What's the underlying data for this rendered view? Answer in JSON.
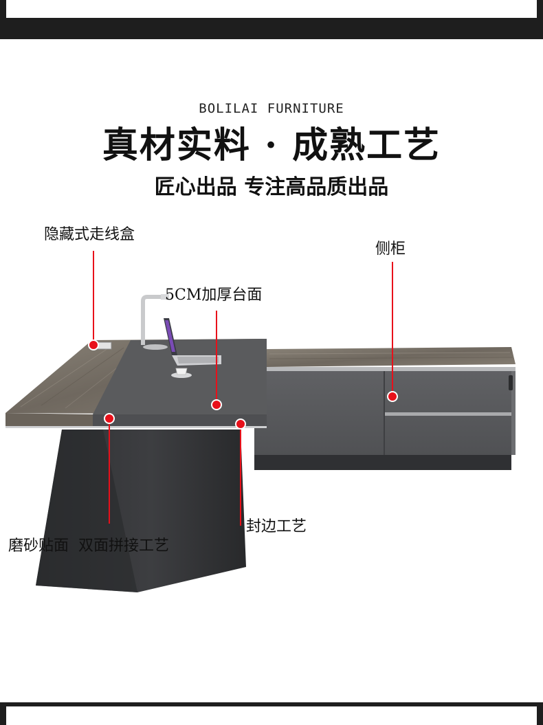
{
  "header": {
    "brand": "BOLILAI FURNITURE",
    "headline": "真材实料 · 成熟工艺",
    "subhead": "匠心出品 专注高品质出品"
  },
  "callouts": {
    "cable_box": "隐藏式走线盒",
    "side_cabinet": "侧柜",
    "thick_top": "5CM加厚台面",
    "edge_banding": "封边工艺",
    "matte_veneer": "磨砂贴面",
    "double_splice": "双面拼接工艺"
  },
  "colors": {
    "band": "#1e1e1e",
    "desk_gray": "#5a5b5d",
    "wood": "#7a7268",
    "marker_red": "#e8101a"
  },
  "icons": {
    "desk_lamp": "desk-lamp-icon",
    "laptop": "laptop-icon",
    "coffee_cup": "coffee-cup-icon"
  }
}
